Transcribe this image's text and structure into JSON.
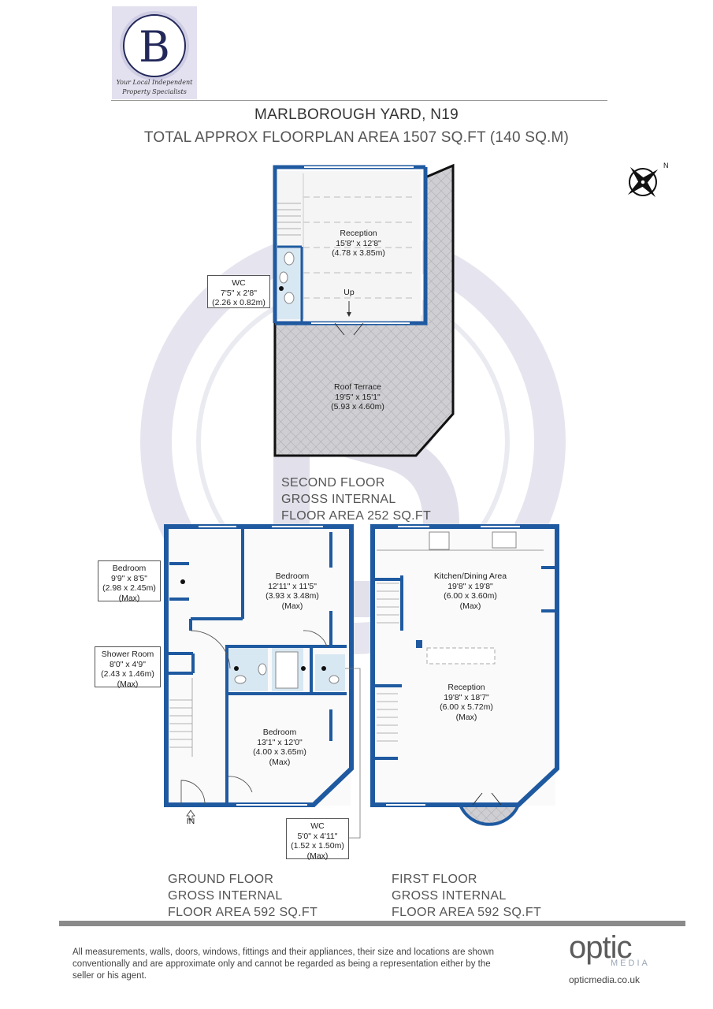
{
  "logo": {
    "letter": "B",
    "tagline_line1": "Your Local Independent",
    "tagline_line2": "Property Specialists"
  },
  "header": {
    "title": "MARLBOROUGH YARD, N19",
    "subtitle": "TOTAL APPROX FLOORPLAN AREA 1507 SQ.FT (140 SQ.M)"
  },
  "second_floor": {
    "label_line1": "SECOND FLOOR",
    "label_line2": "GROSS INTERNAL",
    "label_line3": "FLOOR AREA 252 SQ.FT",
    "reception": {
      "name": "Reception",
      "imperial": "15'8\" x 12'8\"",
      "metric": "(4.78 x 3.85m)"
    },
    "up_label": "Up",
    "wc": {
      "name": "WC",
      "imperial": "7'5\" x 2'8\"",
      "metric": "(2.26 x 0.82m)"
    },
    "roof_terrace": {
      "name": "Roof Terrace",
      "imperial": "19'5\" x 15'1\"",
      "metric": "(5.93 x 4.60m)"
    }
  },
  "ground_floor": {
    "label_line1": "GROUND FLOOR",
    "label_line2": "GROSS INTERNAL",
    "label_line3": "FLOOR AREA 592 SQ.FT",
    "bedroom_small": {
      "name": "Bedroom",
      "imperial": "9'9\" x 8'5\"",
      "metric": "(2.98 x 2.45m)",
      "note": "(Max)"
    },
    "bedroom_main": {
      "name": "Bedroom",
      "imperial": "12'11\" x 11'5\"",
      "metric": "(3.93 x 3.48m)",
      "note": "(Max)"
    },
    "shower_room": {
      "name": "Shower Room",
      "imperial": "8'0\" x 4'9\"",
      "metric": "(2.43 x 1.46m)",
      "note": "(Max)"
    },
    "bedroom_rear": {
      "name": "Bedroom",
      "imperial": "13'1\" x 12'0\"",
      "metric": "(4.00 x 3.65m)",
      "note": "(Max)"
    },
    "wc": {
      "name": "WC",
      "imperial": "5'0\" x 4'11\"",
      "metric": "(1.52 x 1.50m)",
      "note": "(Max)"
    },
    "entrance_label": "IN"
  },
  "first_floor": {
    "label_line1": "FIRST FLOOR",
    "label_line2": "GROSS INTERNAL",
    "label_line3": "FLOOR AREA 592 SQ.FT",
    "kitchen": {
      "name": "Kitchen/Dining Area",
      "imperial": "19'8\" x 19'8\"",
      "metric": "(6.00 x 3.60m)",
      "note": "(Max)"
    },
    "reception": {
      "name": "Reception",
      "imperial": "19'8\" x 18'7\"",
      "metric": "(6.00 x 5.72m)",
      "note": "(Max)"
    }
  },
  "footer": {
    "disclaimer": "All measurements, walls, doors, windows, fittings and their appliances, their size and locations are shown conventionally and are approximate only and cannot be regarded as being a representation either by the seller or his agent.",
    "brand": "optic",
    "brand_sub": "MEDIA",
    "url": "opticmedia.co.uk"
  },
  "compass_label": "N",
  "colors": {
    "wall": "#1f5aa0",
    "terrace": "#c9c9cc",
    "watermark": "#e6e6ef",
    "bathroom": "#d8e8f3"
  }
}
